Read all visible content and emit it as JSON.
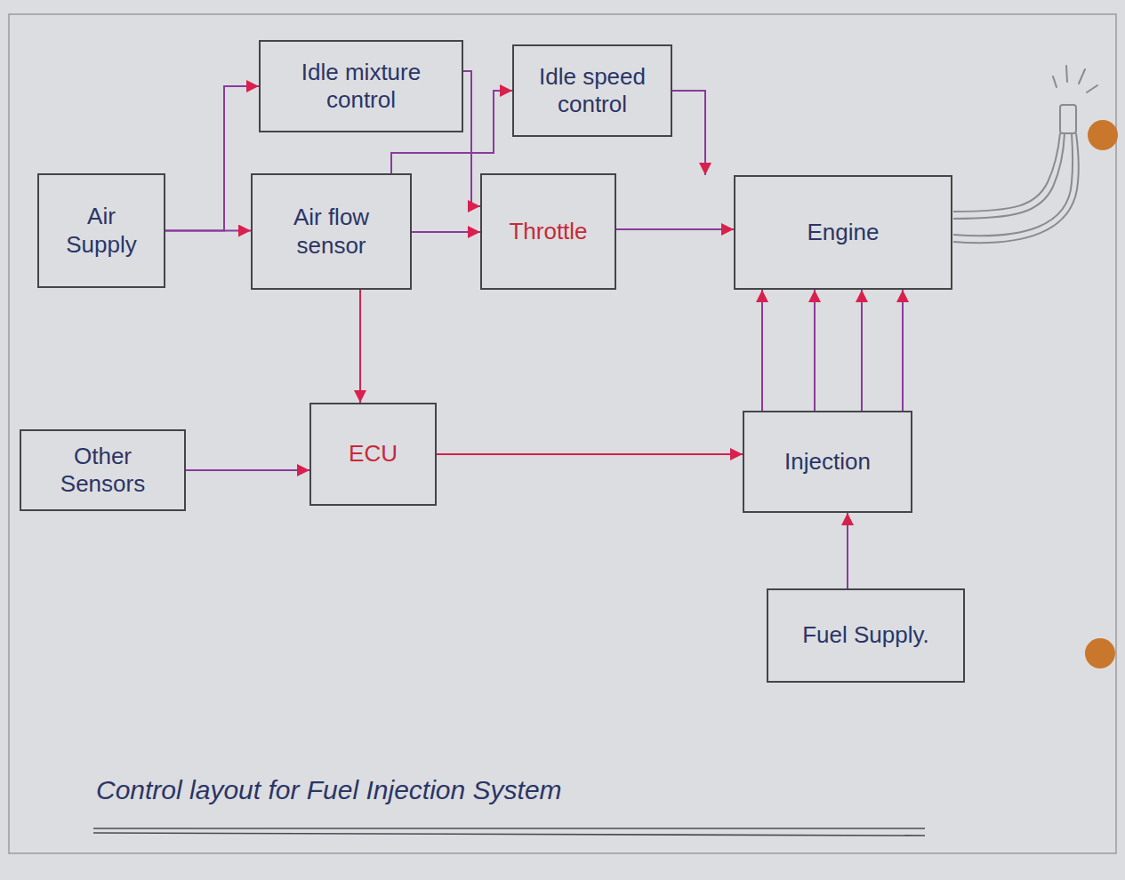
{
  "diagram": {
    "caption": "Control layout for Fuel Injection System",
    "nodes": [
      {
        "text": [
          "Idle mixture control"
        ]
      },
      {
        "text": [
          "Idle speed control"
        ]
      },
      {
        "text": [
          "Air Supply"
        ]
      },
      {
        "text": [
          "Air flow sensor"
        ]
      },
      {
        "text": [
          "Throttle"
        ]
      },
      {
        "text": [
          "Engine"
        ]
      },
      {
        "text": [
          "Other Sensors"
        ]
      },
      {
        "text": [
          "ECU"
        ]
      },
      {
        "text": [
          "Injection"
        ]
      },
      {
        "text": [
          "Fuel Supply."
        ]
      }
    ],
    "edges": [
      {
        "from": 2,
        "to": 0,
        "arrow": "to"
      },
      {
        "from": 2,
        "to": 3,
        "arrow": "to"
      },
      {
        "from": 0,
        "to": 4,
        "arrow": "to"
      },
      {
        "from": 3,
        "to": 4,
        "arrow": "to"
      },
      {
        "from": 3,
        "to": 1,
        "arrow": "to"
      },
      {
        "from": 1,
        "to": 5,
        "arrow": "to"
      },
      {
        "from": 4,
        "to": 5,
        "arrow": "to"
      },
      {
        "from": 3,
        "to": 7,
        "arrow": "to"
      },
      {
        "from": 6,
        "to": 7,
        "arrow": "to"
      },
      {
        "from": 7,
        "to": 8,
        "arrow": "to"
      },
      {
        "from": 8,
        "to": 5,
        "arrow": "to"
      },
      {
        "from": 8,
        "to": 5,
        "arrow": "to"
      },
      {
        "from": 8,
        "to": 5,
        "arrow": "to"
      },
      {
        "from": 8,
        "to": 5,
        "arrow": "to"
      },
      {
        "from": 9,
        "to": 8,
        "arrow": "to"
      }
    ]
  }
}
